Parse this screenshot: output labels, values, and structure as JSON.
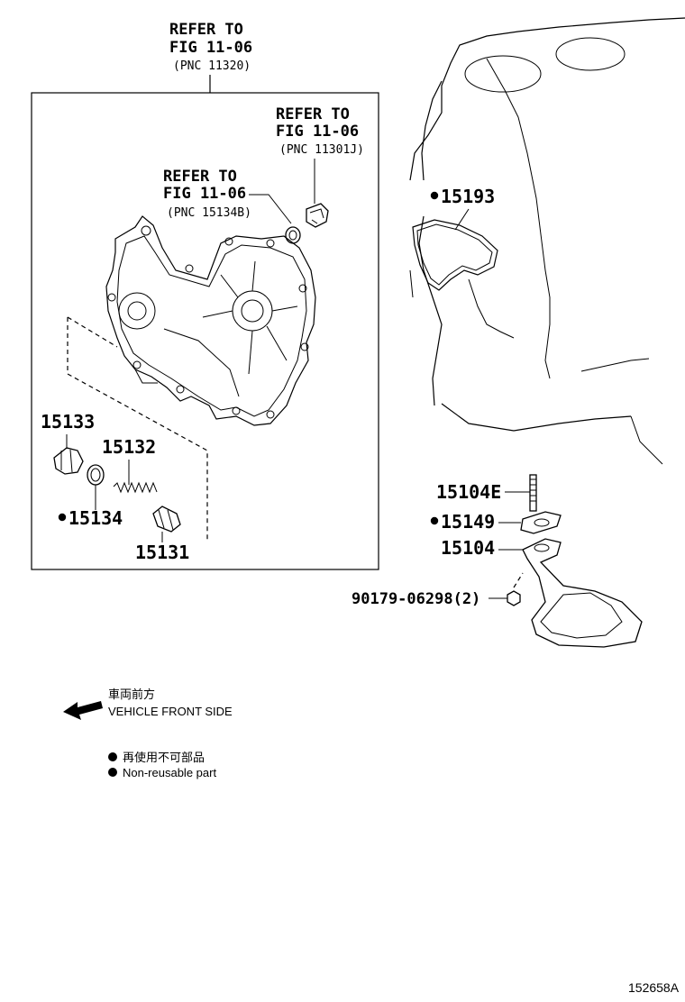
{
  "refs": {
    "main": {
      "line1": "REFER TO",
      "line2": "FIG 11-06",
      "pnc": "(PNC 11320)"
    },
    "cap": {
      "line1": "REFER TO",
      "line2": "FIG 11-06",
      "pnc": "(PNC 11301J)"
    },
    "seal": {
      "line1": "REFER TO",
      "line2": "FIG 11-06",
      "pnc": "(PNC 15134B)"
    }
  },
  "parts": {
    "p15133": "15133",
    "p15132": "15132",
    "p15134": "15134",
    "p15131": "15131",
    "p15193": "15193",
    "p15104E": "15104E",
    "p15149": "15149",
    "p15104": "15104",
    "p90179": "90179-06298(2)"
  },
  "legend": {
    "front_jp": "車両前方",
    "front_en": "VEHICLE FRONT SIDE",
    "nonreuse_jp": "再使用不可部品",
    "nonreuse_en": "Non-reusable part"
  },
  "diagram_code": "152658A"
}
